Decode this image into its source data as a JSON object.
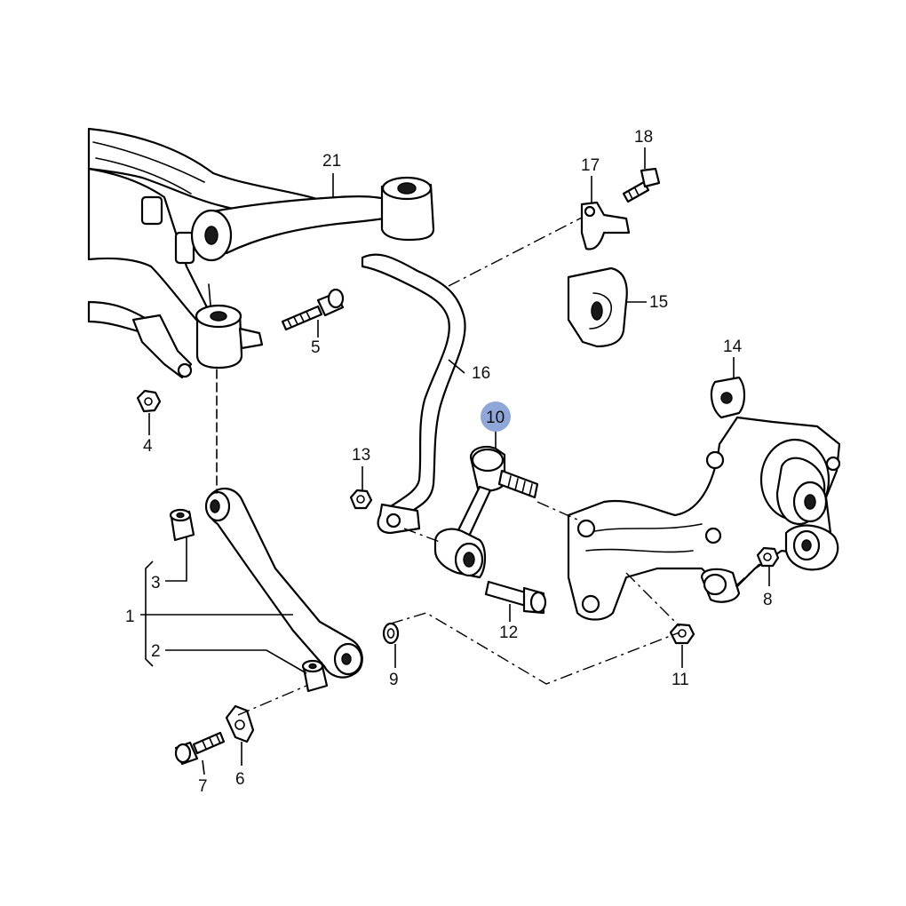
{
  "callouts": [
    {
      "id": "1",
      "label": "1"
    },
    {
      "id": "2",
      "label": "2"
    },
    {
      "id": "3",
      "label": "3"
    },
    {
      "id": "4",
      "label": "4"
    },
    {
      "id": "5",
      "label": "5"
    },
    {
      "id": "6",
      "label": "6"
    },
    {
      "id": "7",
      "label": "7"
    },
    {
      "id": "8",
      "label": "8"
    },
    {
      "id": "9",
      "label": "9"
    },
    {
      "id": "10",
      "label": "10"
    },
    {
      "id": "11",
      "label": "11"
    },
    {
      "id": "12",
      "label": "12"
    },
    {
      "id": "13",
      "label": "13"
    },
    {
      "id": "14",
      "label": "14"
    },
    {
      "id": "15",
      "label": "15"
    },
    {
      "id": "16",
      "label": "16"
    },
    {
      "id": "17",
      "label": "17"
    },
    {
      "id": "18",
      "label": "18"
    },
    {
      "id": "21",
      "label": "21"
    }
  ],
  "highlighted_callout": "10",
  "colors": {
    "highlight": "#8fa6d8",
    "line": "#000000",
    "background": "#ffffff"
  }
}
